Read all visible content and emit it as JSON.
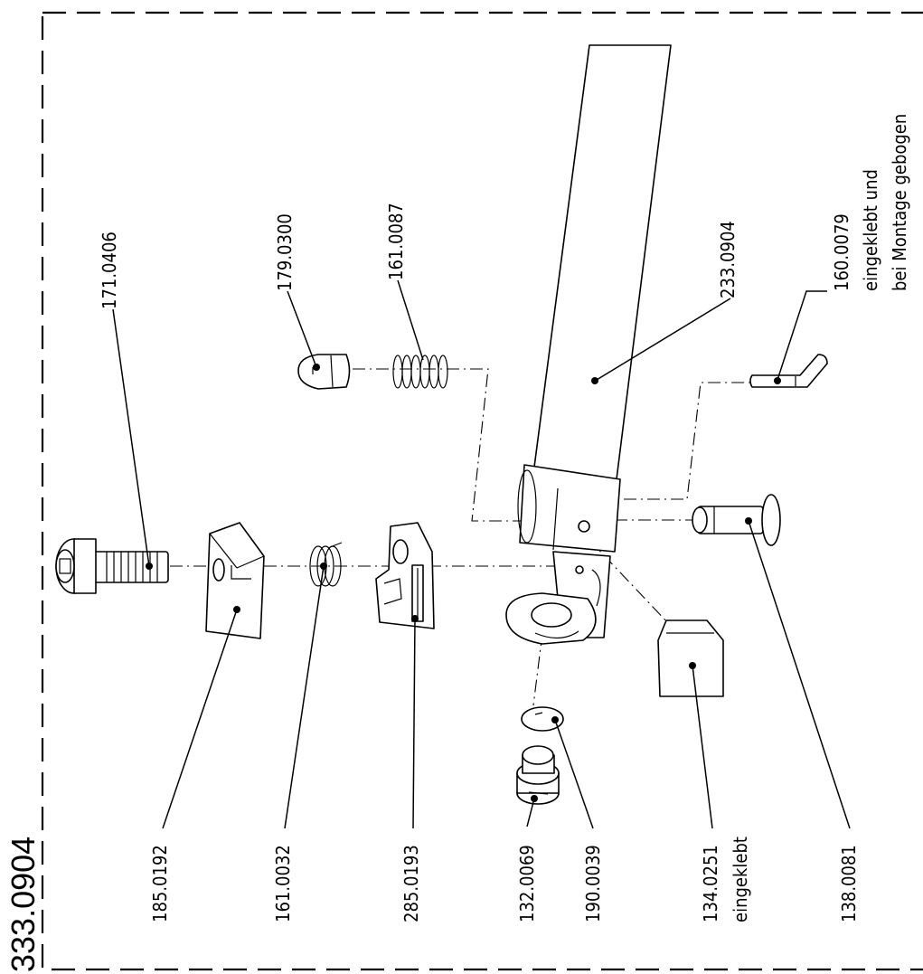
{
  "drawing_number": "333.0904",
  "parts": {
    "p171_0406": {
      "number": "171.0406",
      "name": "screw-part"
    },
    "p179_0300": {
      "number": "179.0300",
      "name": "cap-part"
    },
    "p161_0087": {
      "number": "161.0087",
      "name": "spring-part"
    },
    "p233_0904": {
      "number": "233.0904",
      "name": "tube-part"
    },
    "p160_0079": {
      "number": "160.0079",
      "note1": "eingeklebt und",
      "note2": "bei Montage gebogen",
      "name": "bent-pin-part"
    },
    "p185_0192": {
      "number": "185.0192",
      "name": "clamp-block-part"
    },
    "p161_0032": {
      "number": "161.0032",
      "name": "coil-spring-part"
    },
    "p285_0193": {
      "number": "285.0193",
      "name": "bracket-part"
    },
    "p132_0069": {
      "number": "132.0069",
      "name": "slotted-bolt-part"
    },
    "p190_0039": {
      "number": "190.0039",
      "name": "washer-part"
    },
    "p134_0251": {
      "number": "134.0251",
      "note": "eingeklebt",
      "name": "pad-part"
    },
    "p138_0081": {
      "number": "138.0081",
      "name": "axle-pin-part"
    }
  }
}
